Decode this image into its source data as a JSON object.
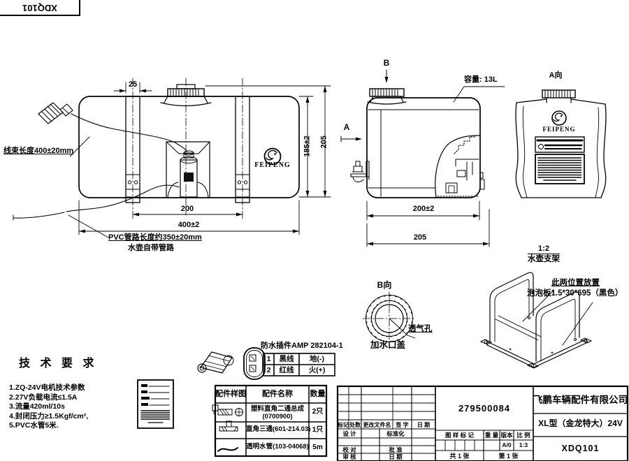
{
  "sheet": {
    "corner_code": "XDQ101",
    "paper_color": "#ffffff",
    "ink_color": "#000000"
  },
  "front_view": {
    "dim_strap_width": "25",
    "dim_body_height": "185±2",
    "dim_total_height": "205",
    "dim_strap_spacing": "200",
    "dim_total_width": "400±2",
    "harness_label": "线束长度400±20mm",
    "pvc_label": "PVC管路长度约350±20mm",
    "pvc_label2": "水壶自带管路",
    "brand": "FEIPENG"
  },
  "side_view": {
    "view_b_arrow": "B",
    "view_a_arrow": "A",
    "capacity_label": "容量: 13L",
    "dim_depth": "200±2",
    "dim_total_depth": "205"
  },
  "a_view": {
    "title": "A向",
    "brand": "FEIPENG"
  },
  "b_view": {
    "title": "B向",
    "vent_label": "透气孔",
    "cap_label": "加水口盖"
  },
  "bracket_view": {
    "scale": "1:2",
    "name": "水壶支架",
    "note_line1": "此两位置放置",
    "note_line2": "泡泡板1.5*30*695（黑色）"
  },
  "tech_requirements": {
    "title": "技 术 要 求",
    "items": [
      "1.ZQ-24V电机技术参数",
      "2.27V负载电流≤1.5A",
      "3.流量420ml/10s",
      "4.封闭压力≥1.5Kgf/cm²,",
      "5.PVC水管5米."
    ]
  },
  "connector_detail": {
    "title": "防水插件AMP 282104-1",
    "rows": [
      {
        "no": "1",
        "wire": "黑线",
        "polarity": "地(-)"
      },
      {
        "no": "2",
        "wire": "红线",
        "polarity": "火(+)"
      }
    ]
  },
  "parts_table": {
    "col_sample": "配件样图",
    "col_name": "配件名称",
    "col_qty": "数量",
    "rows": [
      {
        "name": "塑料直角二通总成",
        "name2": "(0700900)",
        "qty": "2只"
      },
      {
        "name": "直角三通(601-214.03)",
        "name2": "",
        "qty": "1只"
      },
      {
        "name": "透明水管(103-04068)",
        "name2": "",
        "qty": "5m"
      }
    ]
  },
  "title_block": {
    "part_no": "279500084",
    "company": "飞鹏车辆配件有限公司",
    "model": "XL型（金龙特大）24V",
    "drawing_no": "XDQ101",
    "labels": {
      "mark": "标记",
      "count": "处数",
      "change_file": "更改文件名",
      "sign": "签 字",
      "date": "日 期",
      "design": "设 计",
      "standardize": "标准化",
      "proofread": "校 对",
      "approve": "批 准",
      "review": "审 核",
      "date2": "日 期",
      "pattern_mark": "图 样 标 记",
      "weight": "重 量",
      "version": "版本",
      "scale": "比 例"
    },
    "version_value": "A/0",
    "scale_value": "1:3",
    "sheet_total": "共 1 张",
    "sheet_no": "第 1 张"
  }
}
